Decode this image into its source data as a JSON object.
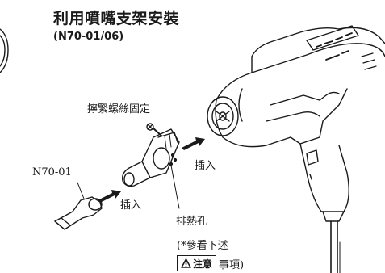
{
  "heading": {
    "title": "利用噴嘴支架安裝",
    "model": "(N70-01/06)"
  },
  "callouts": {
    "tighten_screw": "擰緊螺絲固定",
    "insert_top": "插入",
    "insert_bottom": "插入",
    "nozzle_model": "N70-01",
    "vent_holes": "排熱孔",
    "see_below": "(*參看下述",
    "caution_label": "注意",
    "caution_suffix": "事項)"
  },
  "icons": {
    "caution": "warning-triangle-icon",
    "arrow": "insert-arrow-icon"
  },
  "colors": {
    "ink": "#1a1a1a",
    "paper": "#ffffff"
  }
}
